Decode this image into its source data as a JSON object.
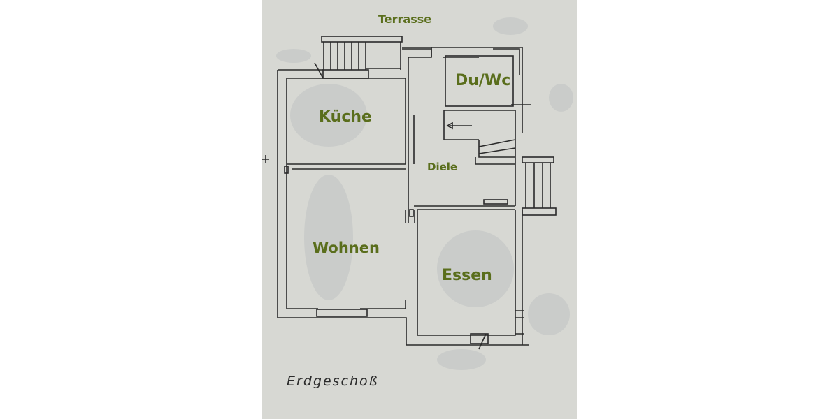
{
  "floor_plan": {
    "title": "Erdgeschoß",
    "rooms": [
      {
        "id": "terrasse",
        "label": "Terrasse"
      },
      {
        "id": "kueche",
        "label": "Küche"
      },
      {
        "id": "du_wc",
        "label": "Du/Wc"
      },
      {
        "id": "diele",
        "label": "Diele"
      },
      {
        "id": "wohnen",
        "label": "Wohnen"
      },
      {
        "id": "essen",
        "label": "Essen"
      }
    ]
  },
  "colors": {
    "paper": "#d7d8d3",
    "background": "#ffffff",
    "label": "#5a6e1c",
    "lines": "#2a2a2a"
  }
}
